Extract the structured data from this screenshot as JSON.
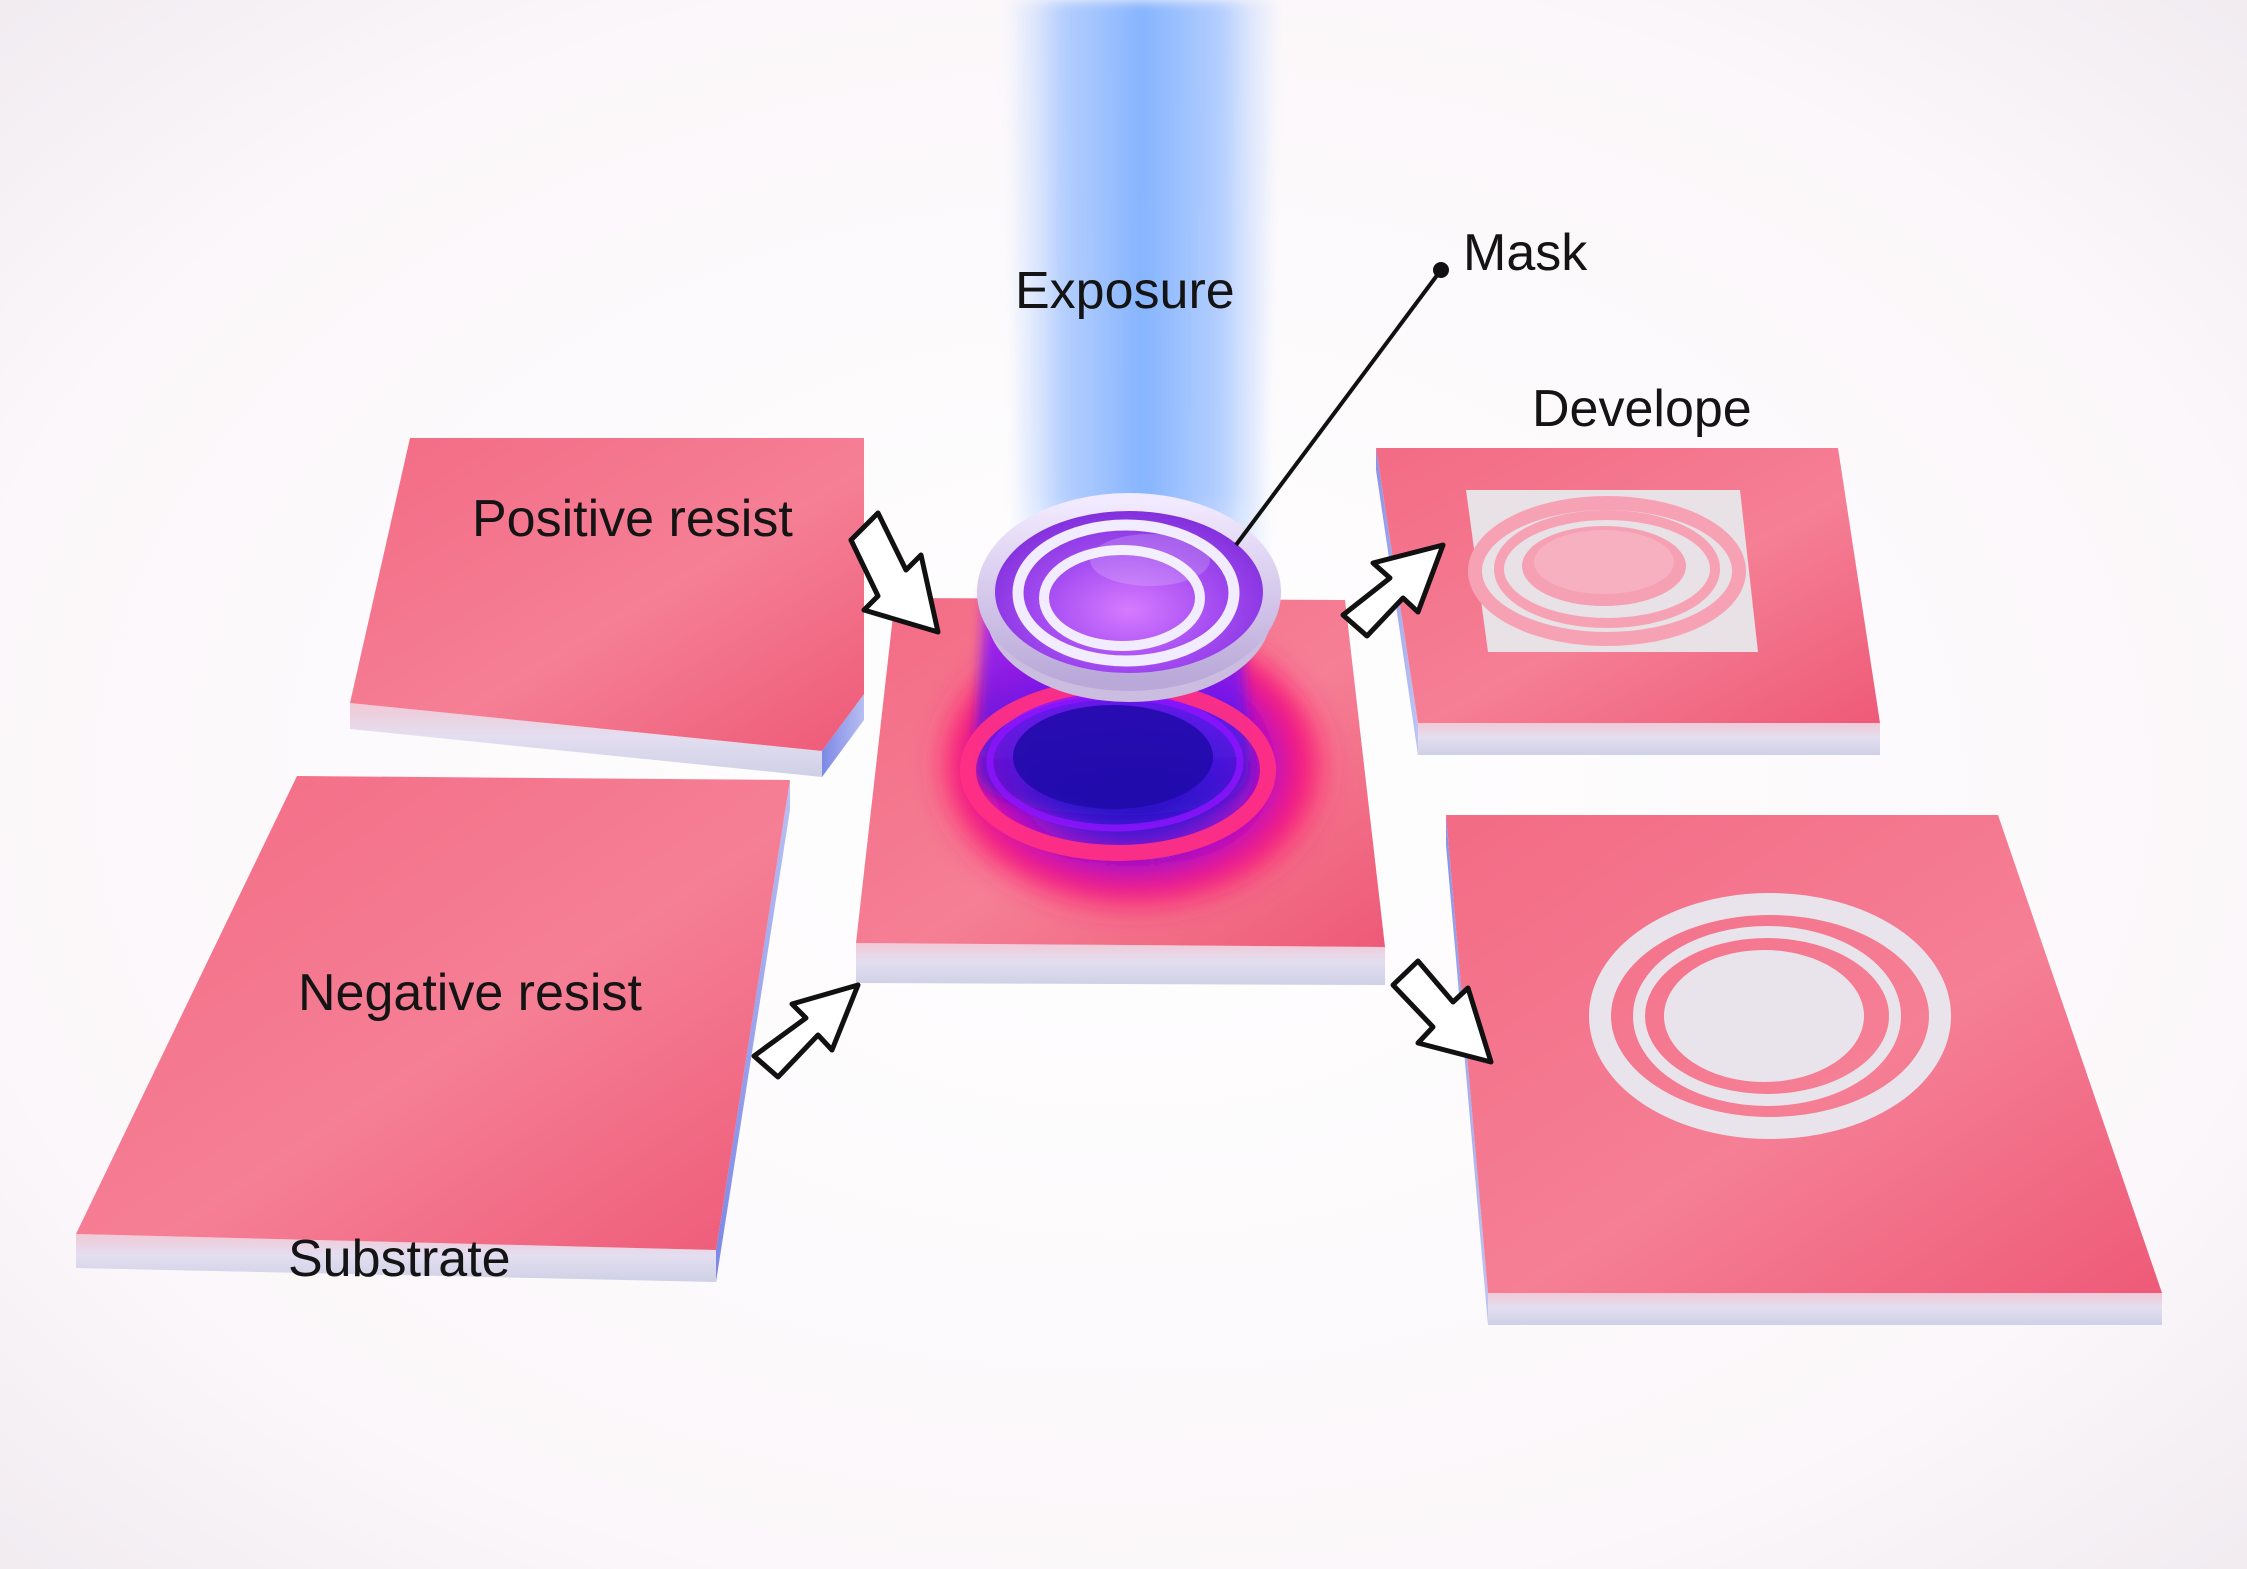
{
  "labels": {
    "exposure": "Exposure",
    "mask": "Mask",
    "develope": "Develope",
    "positive_resist": "Positive resist",
    "negative_resist": "Negative resist",
    "substrate": "Substrate"
  },
  "colors": {
    "resist": "#f0607c",
    "resist_light": "#f7a6b6",
    "substrate": "#dcdcee",
    "beam": "#8ab4ff",
    "mask": "#a83cff",
    "pattern": "#e6e3ec",
    "arrow_fill": "#ffffff",
    "arrow_stroke": "#111111"
  }
}
